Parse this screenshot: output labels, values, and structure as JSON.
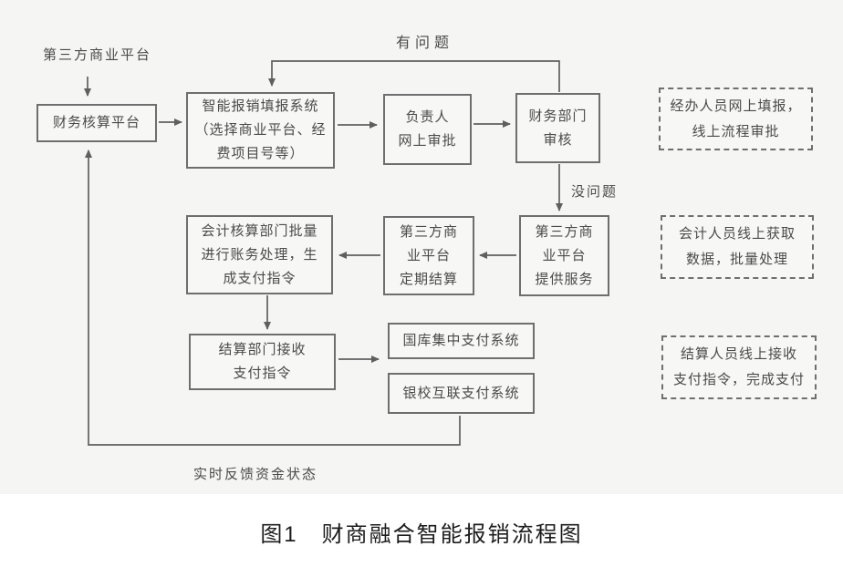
{
  "caption": "图1　财商融合智能报销流程图",
  "diagram": {
    "labels": {
      "third_party_top": "第三方商业平台",
      "has_problem": "有问题",
      "no_problem": "没问题",
      "realtime_feedback": "实时反馈资金状态"
    },
    "nodes": {
      "finance_platform": "财务核算平台",
      "smart_reimbursement": "智能报销填报系统\n（选择商业平台、经\n费项目号等）",
      "supervisor_approval": "负责人\n网上审批",
      "finance_dept_review": "财务部门\n审核",
      "third_party_service": "第三方商\n业平台\n提供服务",
      "third_party_settlement": "第三方商\n业平台\n定期结算",
      "accounting_dept": "会计核算部门批量\n进行账务处理，生\n成支付指令",
      "settlement_dept": "结算部门接收\n支付指令",
      "treasury_payment": "国库集中支付系统",
      "bank_school_payment": "银校互联支付系统"
    },
    "annotations": {
      "online_filling": "经办人员网上填报，\n线上流程审批",
      "accountant_batch": "会计人员线上获取\n数据，批量处理",
      "settlement_staff": "结算人员线上接收\n支付指令，完成支付"
    },
    "colors": {
      "line": "#5f5f5f",
      "box_border": "#6e6e6e",
      "text": "#4a4a4a",
      "scan_bg": "#f5f5f3",
      "caption_text": "#1c1c1c"
    }
  }
}
